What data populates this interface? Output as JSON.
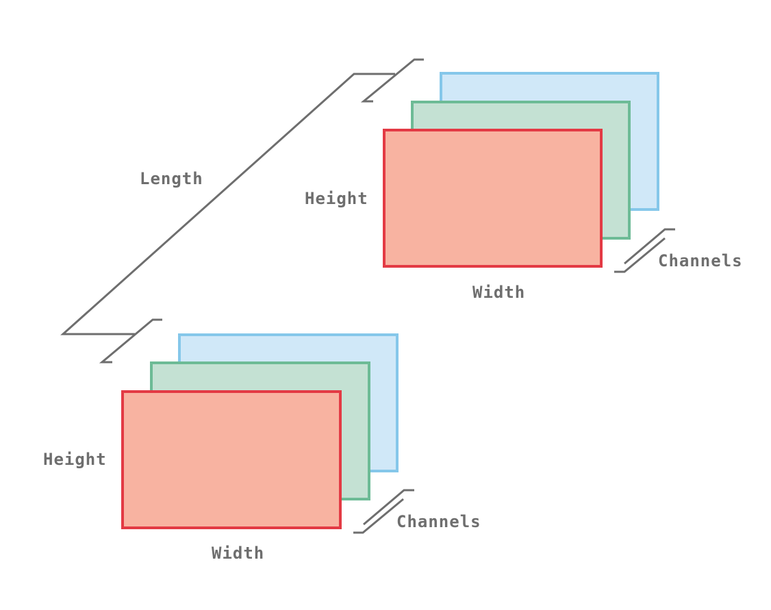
{
  "labels": {
    "length": "Length",
    "height": "Height",
    "width": "Width",
    "channels": "Channels"
  },
  "colors": {
    "outline": "#6e6e6e",
    "red_fill": "#f8b3a1",
    "red_stroke": "#e33a44",
    "green_fill": "#c4e1d3",
    "green_stroke": "#6dbb96",
    "blue_fill": "#d0e8f8",
    "blue_stroke": "#85c7ea"
  },
  "frames": [
    {
      "name": "frame-top",
      "channels": [
        "blue",
        "green",
        "red"
      ]
    },
    {
      "name": "frame-bottom",
      "channels": [
        "blue",
        "green",
        "red"
      ]
    }
  ]
}
